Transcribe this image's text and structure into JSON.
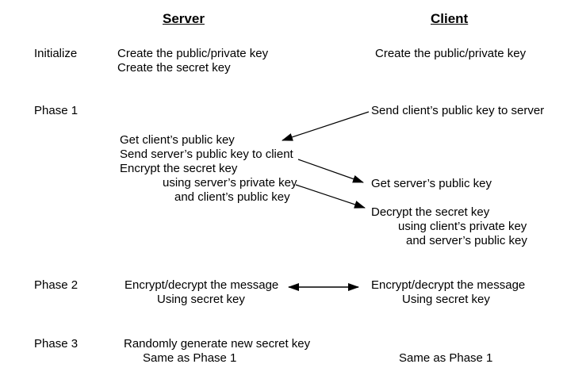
{
  "colors": {
    "background": "#ffffff",
    "text": "#000000",
    "arrow": "#000000"
  },
  "headers": {
    "server": "Server",
    "client": "Client"
  },
  "phases": {
    "initialize": "Initialize",
    "phase1": "Phase 1",
    "phase2": "Phase 2",
    "phase3": "Phase 3"
  },
  "server": {
    "init": [
      "Create the public/private key",
      "Create the secret key"
    ],
    "phase1": [
      "Get client’s public key",
      "Send server’s public key to client",
      "Encrypt the secret key",
      "using server’s private key",
      "and client’s public key"
    ],
    "phase2": [
      "Encrypt/decrypt the message",
      "Using secret key"
    ],
    "phase3": [
      "Randomly generate new secret key",
      "Same as Phase 1"
    ]
  },
  "client": {
    "init": [
      "Create the public/private key"
    ],
    "phase1_send": "Send client’s public key to server",
    "phase1_get": "Get server’s public key",
    "phase1_decrypt": [
      "Decrypt the secret key",
      "using client’s private key",
      "and server’s public key"
    ],
    "phase2": [
      "Encrypt/decrypt the message",
      "Using secret key"
    ],
    "phase3": "Same as Phase 1"
  },
  "arrows": [
    {
      "name": "client-public-key-to-server",
      "direction": "client-to-server"
    },
    {
      "name": "server-public-key-to-client",
      "direction": "server-to-client"
    },
    {
      "name": "encrypted-secret-key-to-client",
      "direction": "server-to-client"
    },
    {
      "name": "message-exchange",
      "direction": "bidirectional"
    }
  ]
}
